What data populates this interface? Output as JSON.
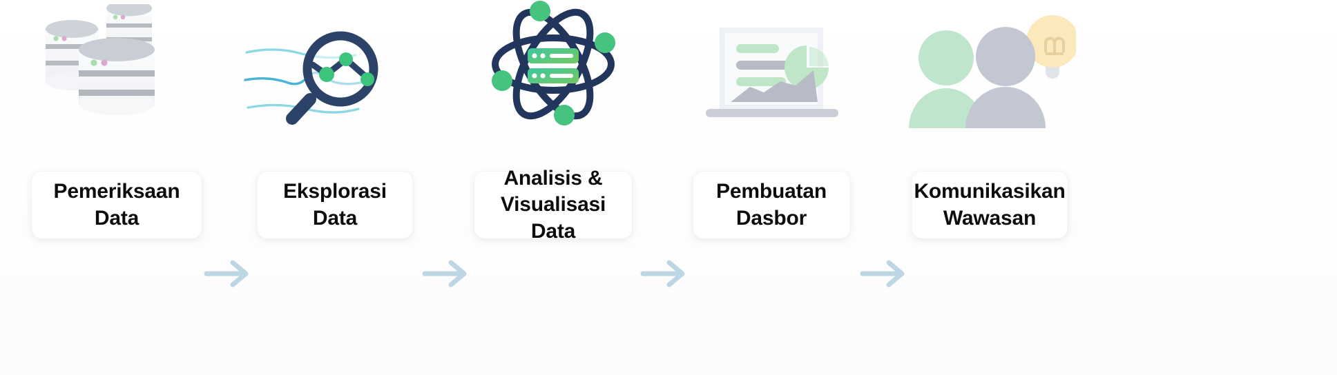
{
  "diagram": {
    "title": "Data Analysis Process Flow",
    "language": "id",
    "background_color": "#ffffff",
    "card_background": "#ffffff",
    "card_text_color": "#0d0d0f",
    "arrow_color": "#bcd6e4",
    "steps": [
      {
        "index": 1,
        "label": "Pemeriksaan\nData",
        "icon": "databases-icon",
        "icon_colors": {
          "body": "#f2f4f7",
          "top": "#cfd3d9",
          "band": "#9aa0a8",
          "dot_green": "#a9dcae",
          "dot_pink": "#d9a8cf"
        }
      },
      {
        "index": 2,
        "label": "Eksplorasi Data",
        "icon": "magnifying-glass-data-icon",
        "icon_colors": {
          "glass": "#2d4268",
          "waves": "#59c6dd",
          "points": "#3cc47c"
        }
      },
      {
        "index": 3,
        "label": "Analisis &\nVisualisasi Data",
        "icon": "atom-server-icon",
        "icon_colors": {
          "orbit": "#22355c",
          "electron": "#46c47f",
          "server_start": "#3ec7a0",
          "server_end": "#6cc86a"
        }
      },
      {
        "index": 4,
        "label": "Pembuatan\nDasbor",
        "icon": "laptop-dashboard-icon",
        "icon_colors": {
          "laptop": "#e7ebf0",
          "screen": "#f6f8fa",
          "bar_green": "#bfe6c6",
          "bar_gray": "#b6bbc6",
          "pie": "#bfe6c6",
          "area": "#b6bbc6"
        }
      },
      {
        "index": 5,
        "label": "Komunikasikan\nWawasan",
        "icon": "people-idea-icon",
        "icon_colors": {
          "person_green": "#bfe5cd",
          "person_gray": "#c3c7d1",
          "bulb": "#fbe8bb",
          "bulb_base": "#dfe4ea"
        }
      }
    ],
    "arrows": [
      {
        "index": 1,
        "direction": "right",
        "icon": "arrow-right-icon"
      },
      {
        "index": 2,
        "direction": "right",
        "icon": "arrow-right-icon"
      },
      {
        "index": 3,
        "direction": "right",
        "icon": "arrow-right-icon"
      },
      {
        "index": 4,
        "direction": "right",
        "icon": "arrow-right-icon"
      }
    ]
  }
}
